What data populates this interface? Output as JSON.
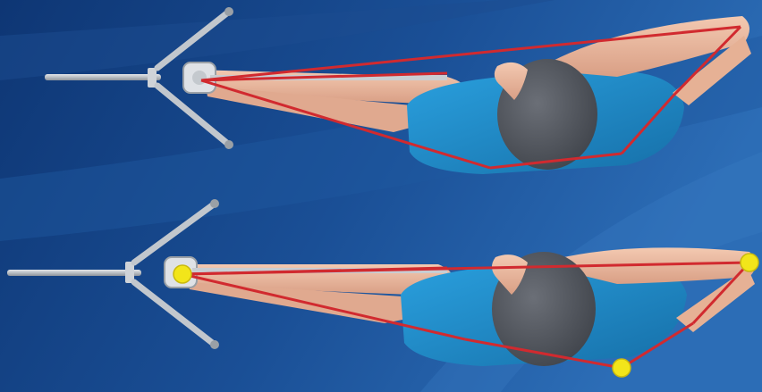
{
  "colors": {
    "background_dark": "#0f3a78",
    "background_light": "#2b6bb4",
    "arc_highlight": "#3f80c6",
    "stabilizer": "#b9bec4",
    "skin": "#eab9a0",
    "skin_shadow": "#c98f76",
    "shirt": "#1f8fd0",
    "shirt_dark": "#166fa8",
    "hair": "#575b63",
    "alignment_line": "#d12a2f",
    "joint_marker": "#f2e51a"
  },
  "panels": [
    {
      "id": "upper",
      "shows_joint_markers": false,
      "line_segment_count": 6
    },
    {
      "id": "lower",
      "shows_joint_markers": true,
      "joint_marker_count": 3,
      "line_segment_count": 6
    }
  ]
}
